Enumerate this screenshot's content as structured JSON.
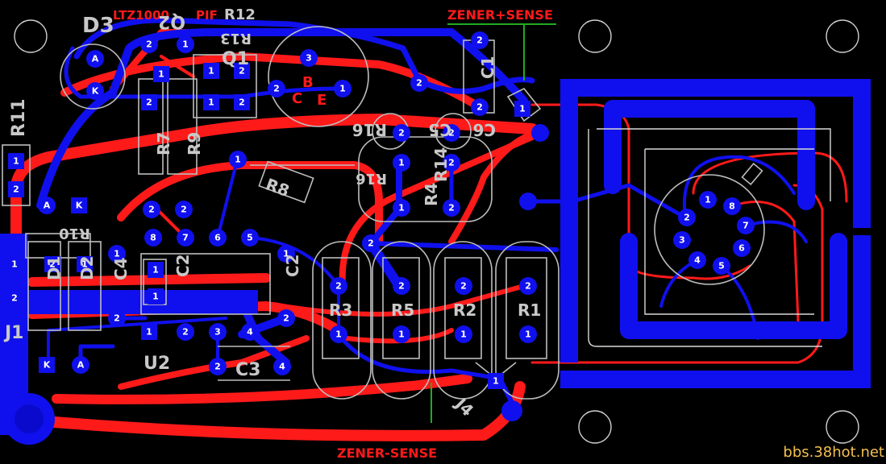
{
  "board": {
    "net_labels": {
      "zener_sense_top": "ZENER+SENSE",
      "zener_sense_bottom": "ZENER-SENSE",
      "ltz_label": "LTZ1000",
      "pif_label": "PIF"
    },
    "designators": {
      "d3": "D3",
      "q2": "Q2",
      "r12": "R12",
      "r13": "R13",
      "q1": "Q1",
      "r11": "R11",
      "r7": "R7",
      "r9": "R9",
      "r8": "R8",
      "c1": "C1",
      "r14": "R14",
      "r4": "R4",
      "r10": "R10",
      "d1": "D1",
      "d2": "D2",
      "c4": "C4",
      "c2a": "C2",
      "c2b": "C2",
      "j1": "J1",
      "u2": "U2",
      "c3": "C3",
      "r3": "R3",
      "r5": "R5",
      "r2": "R2",
      "r1": "R1",
      "j4": "J4",
      "b": "B",
      "c": "C",
      "e": "E",
      "mirror_r16": "R16",
      "mirror_c5": "C5",
      "mirror_c6": "C6"
    },
    "pins": {
      "one": "1",
      "two": "2",
      "three": "3",
      "four": "4",
      "five": "5",
      "six": "6",
      "seven": "7",
      "eight": "8",
      "a": "A",
      "k": "K"
    },
    "colors": {
      "top_copper": "#ff1a1a",
      "bottom_copper": "#1010ee",
      "silkscreen": "#bdbdbd",
      "net_label": "#ff1a1a",
      "net_marker": "#22aa22",
      "watermark": "#f3c04f"
    }
  },
  "watermark": "bbs.38hot.net"
}
